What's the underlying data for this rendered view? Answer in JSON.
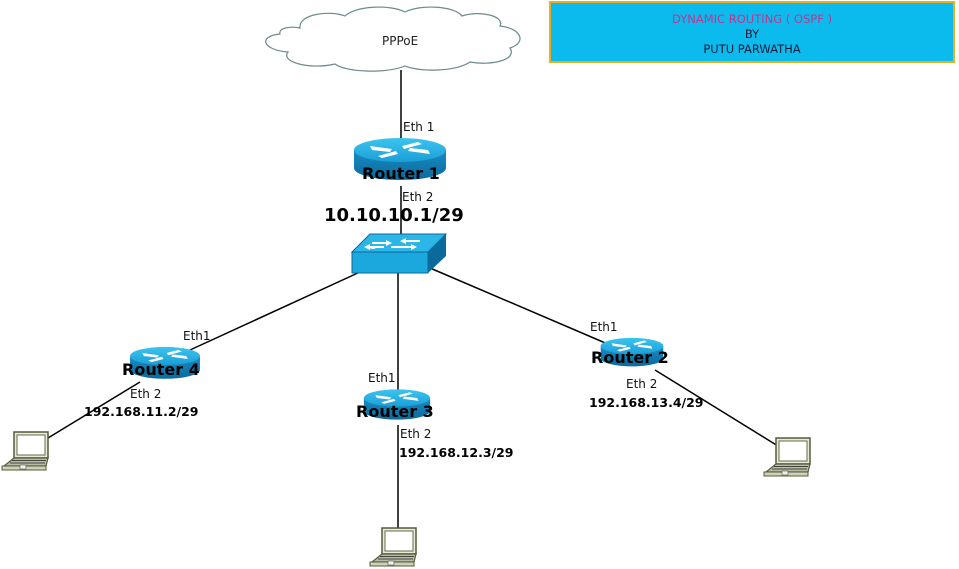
{
  "title_box": {
    "line1": "DYNAMIC ROUTING ( OSPF )",
    "line2": "BY",
    "line3": "PUTU PARWATHA",
    "colors": {
      "background": "#0bbbee",
      "border": "#e8b020",
      "line1": "#c4348c",
      "text": "#1a1a3a"
    }
  },
  "cloud": {
    "label": "PPPoE"
  },
  "switch": {
    "ip": "10.10.10.1/29"
  },
  "routers": [
    {
      "id": "router1",
      "name": "Router 1",
      "eth_up": "Eth 1",
      "eth_down": "Eth 2"
    },
    {
      "id": "router2",
      "name": "Router 2",
      "eth_up": "Eth1",
      "eth_down": "Eth 2",
      "ip": "192.168.13.4/29"
    },
    {
      "id": "router3",
      "name": "Router 3",
      "eth_up": "Eth1",
      "eth_down": "Eth 2",
      "ip": "192.168.12.3/29"
    },
    {
      "id": "router4",
      "name": "Router 4",
      "eth_up": "Eth1",
      "eth_down": "Eth 2",
      "ip": "192.168.11.2/29"
    }
  ],
  "laptops": [
    "laptop-router4",
    "laptop-router3",
    "laptop-router2"
  ],
  "colors": {
    "device_blue": "#1ba8dc",
    "device_dark": "#0a6fa0",
    "link": "#000000"
  }
}
